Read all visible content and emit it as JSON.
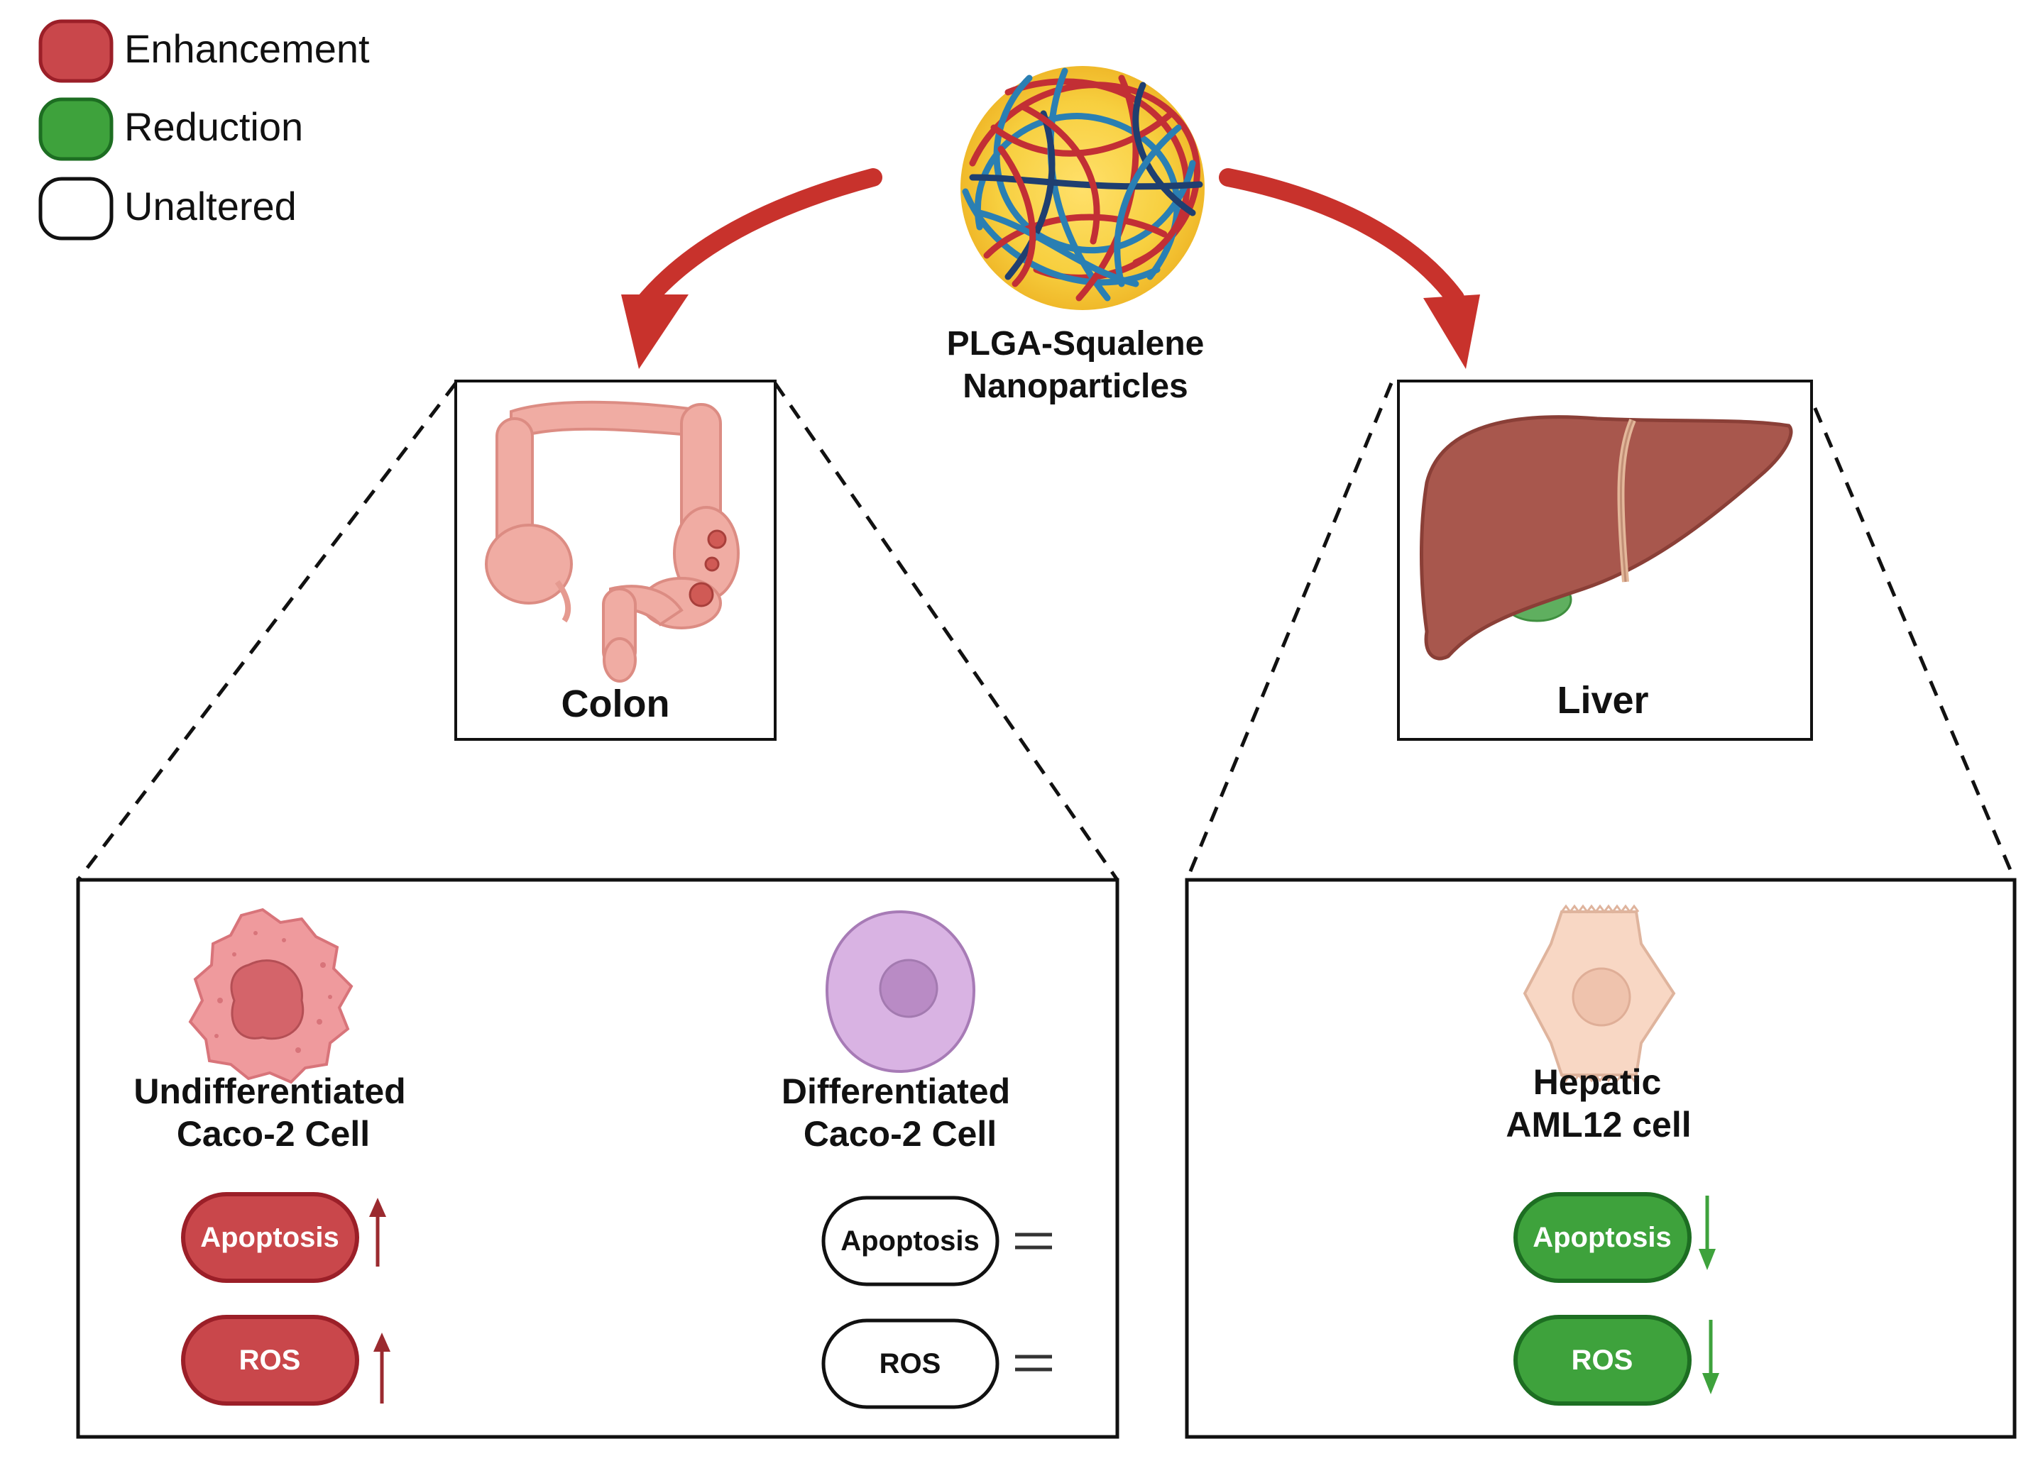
{
  "legend": {
    "items": [
      {
        "label": "Enhancement",
        "color": "#c9474b",
        "border": "#9b1f28"
      },
      {
        "label": "Reduction",
        "color": "#3ea23c",
        "border": "#1d6e22"
      },
      {
        "label": "Unaltered",
        "color": "#ffffff",
        "border": "#111111"
      }
    ]
  },
  "nanoparticle": {
    "label_line1": "PLGA-Squalene",
    "label_line2": "Nanoparticles"
  },
  "organs": {
    "colon": {
      "label": "Colon"
    },
    "liver": {
      "label": "Liver"
    }
  },
  "cells": {
    "undiff": {
      "line1": "Undifferentiated",
      "line2": "Caco-2 Cell",
      "markers": [
        {
          "label": "Apoptosis",
          "effect": "Enhancement",
          "arrow": "up"
        },
        {
          "label": "ROS",
          "effect": "Enhancement",
          "arrow": "up"
        }
      ]
    },
    "diff": {
      "line1": "Differentiated",
      "line2": "Caco-2 Cell",
      "markers": [
        {
          "label": "Apoptosis",
          "effect": "Unaltered",
          "arrow": "equal"
        },
        {
          "label": "ROS",
          "effect": "Unaltered",
          "arrow": "equal"
        }
      ]
    },
    "hepatic": {
      "line1": "Hepatic",
      "line2": "AML12 cell",
      "markers": [
        {
          "label": "Apoptosis",
          "effect": "Reduction",
          "arrow": "down"
        },
        {
          "label": "ROS",
          "effect": "Reduction",
          "arrow": "down"
        }
      ]
    }
  },
  "colors": {
    "arrow_red": "#c8322c",
    "enh_arrow": "#9b2a2f",
    "red_arrow_indicator": "#9b2a2f",
    "green_arrow_indicator": "#3ea23c",
    "colon_pink": "#f0aca3",
    "liver_brown": "#a8574d",
    "undiff_cell": "#ef9a9d",
    "diff_cell": "#d9b3e3",
    "hepatic_cell": "#f8d7c4"
  }
}
